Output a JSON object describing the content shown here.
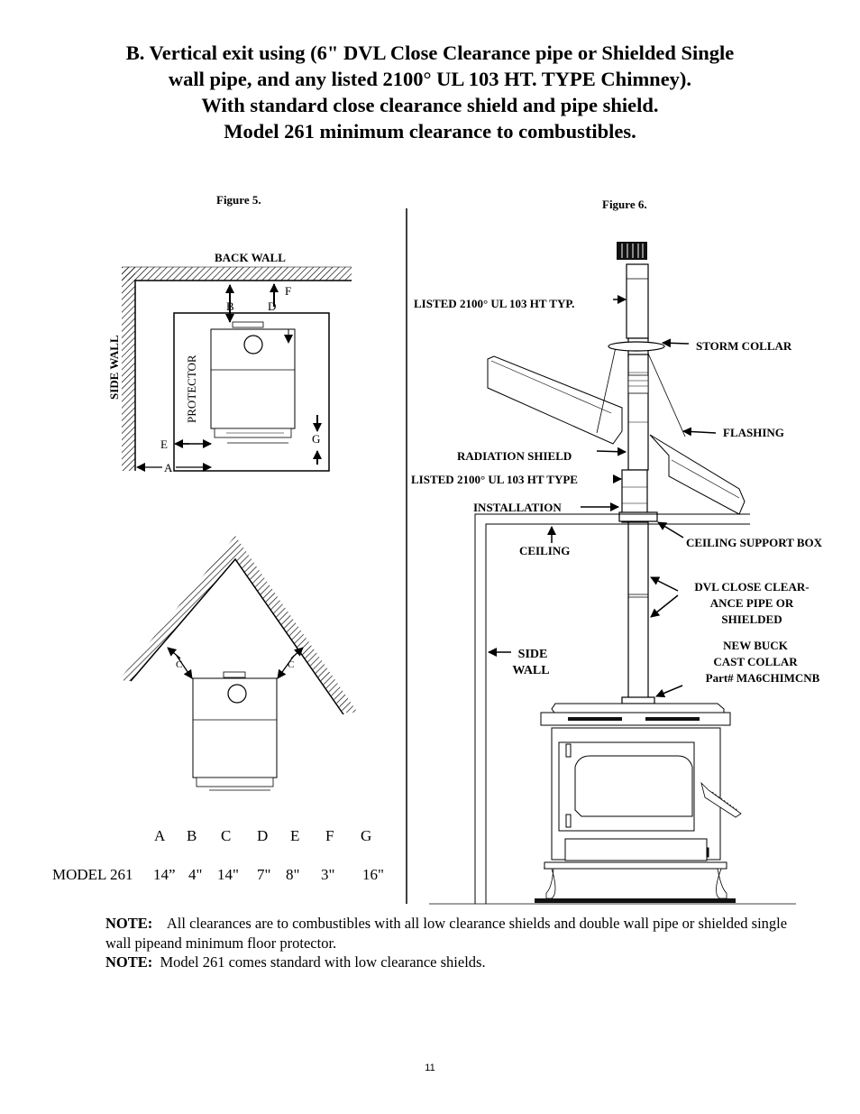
{
  "title": {
    "line1": "B. Vertical exit using (6\" DVL Close Clearance pipe or Shielded Single",
    "line2": "wall pipe, and any listed 2100° UL 103 HT. TYPE Chimney).",
    "line3": "With standard close clearance shield and pipe shield.",
    "line4": "Model 261 minimum clearance to combustibles."
  },
  "figure5": {
    "caption": "Figure 5.",
    "back_wall": "BACK WALL",
    "side_wall": "SIDE WALL",
    "protector": "PROTECTOR",
    "letters": {
      "a": "A",
      "b": "B",
      "c": "C",
      "d": "D",
      "e": "E",
      "f": "F",
      "g": "G"
    },
    "corner_c_left": "C",
    "corner_c_right": "C"
  },
  "figure6": {
    "caption": "Figure 6.",
    "listed_top": "LISTED 2100° UL 103 HT TYP.",
    "storm_collar": "STORM COLLAR",
    "flashing": "FLASHING",
    "radiation_shield": "RADIATION  SHIELD",
    "listed_type": "LISTED 2100° UL 103 HT TYPE",
    "installation": "INSTALLATION",
    "ceiling": "CEILING",
    "ceiling_support_box": "CEILING SUPPORT BOX",
    "dvl_line1": "DVL CLOSE CLEAR-",
    "dvl_line2": "ANCE  PIPE  OR",
    "dvl_line3": "SHIELDED",
    "side_line1": "SIDE",
    "side_line2": "WALL",
    "buck_line1": "NEW BUCK",
    "buck_line2": "CAST COLLAR",
    "buck_line3": "Part# MA6CHIMCNB"
  },
  "clearance_table": {
    "headers": [
      "A",
      "B",
      "C",
      "D",
      "E",
      "F",
      "G"
    ],
    "model_label": "MODEL 261",
    "values": [
      "14”",
      "4\"",
      "14\"",
      "7\"",
      "8\"",
      "3\"",
      "16\""
    ]
  },
  "notes": {
    "note1_label": "NOTE:",
    "note1_text": "All clearances are to combustibles with all low clearance shields and double wall pipe or shielded single wall pipeand minimum floor protector.",
    "note2_label": "NOTE:",
    "note2_text": "Model 261 comes standard with low clearance shields."
  },
  "page_number": "11"
}
